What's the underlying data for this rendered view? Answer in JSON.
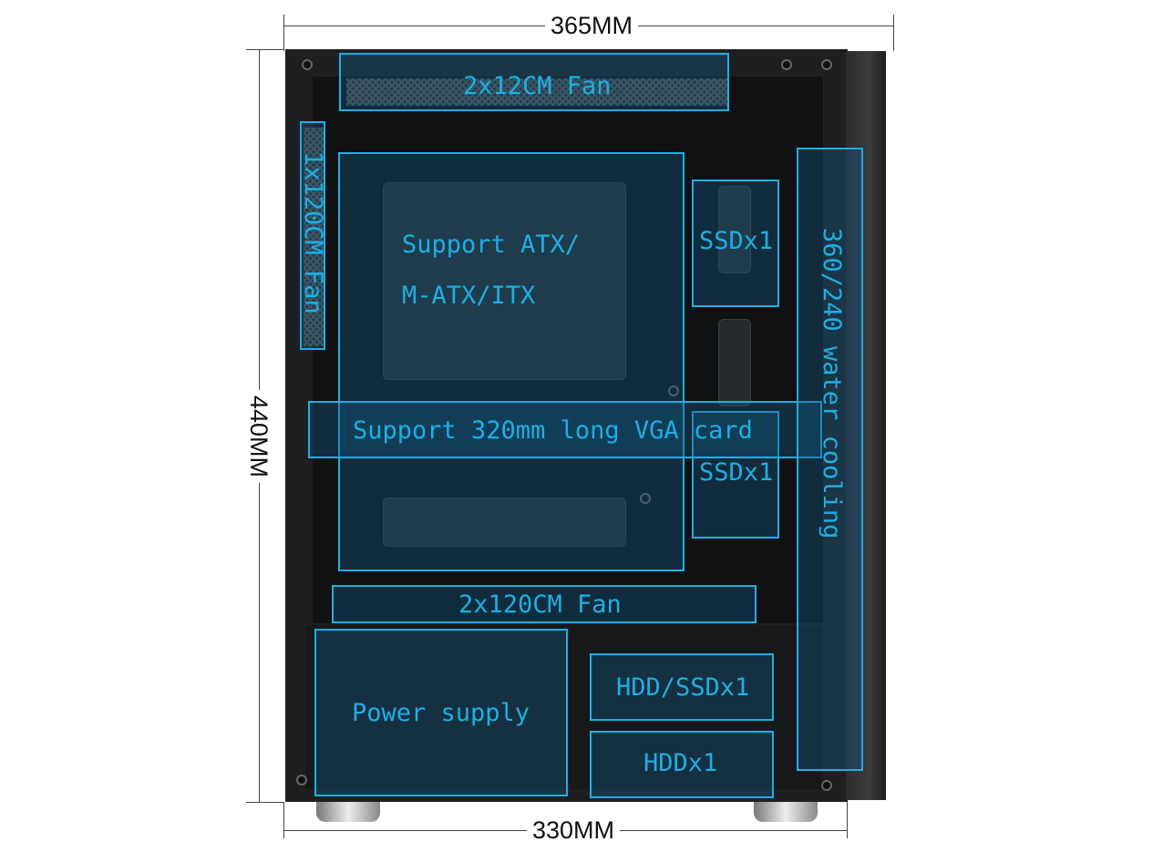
{
  "dimensions": {
    "top": "365MM",
    "bottom": "330MM",
    "side": "440MM"
  },
  "labels": {
    "top_fan": "2x12CM Fan",
    "side_fan": "1x120CM Fan",
    "motherboard_line1": "Support ATX/",
    "motherboard_line2": "M-ATX/ITX",
    "ssd_top": "SSDx1",
    "ssd_mid": "SSDx1",
    "vga": "Support 320mm long VGA card",
    "water_cooling": "360/240 water cooling",
    "bottom_fan": "2x120CM Fan",
    "power_supply": "Power supply",
    "hdd_ssd": "HDD/SSDx1",
    "hdd": "HDDx1"
  },
  "colors": {
    "accent": "#1ab0e6",
    "case": "#1d1f21"
  }
}
